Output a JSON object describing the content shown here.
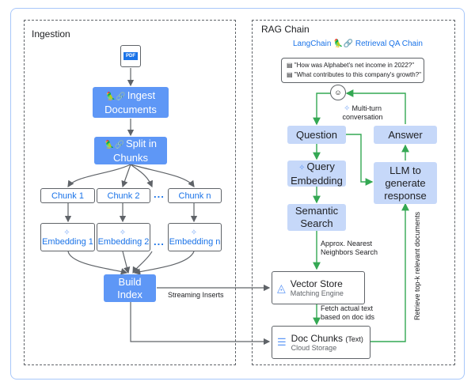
{
  "ingestion": {
    "title": "Ingestion",
    "pdf_label": "PDF",
    "ingest": "Ingest Documents",
    "split": "Split in Chunks",
    "chunks": [
      "Chunk 1",
      "Chunk 2",
      "Chunk n"
    ],
    "embeddings": [
      "Embedding 1",
      "Embedding 2",
      "Embedding n"
    ],
    "ellipsis": "...",
    "build": "Build Index",
    "streaming": "Streaming Inserts"
  },
  "rag": {
    "title": "RAG Chain",
    "subtitle_left": "LangChain",
    "subtitle_right": "Retrieval QA Chain",
    "q1": "\"How was Alphabet's net income in 2022?\"",
    "q2": "\"What contributes to this company's growth?\"",
    "multi_turn": "Multi-turn conversation",
    "question": "Question",
    "answer": "Answer",
    "query_embedding": "Query Embedding",
    "semantic_search": "Semantic Search",
    "llm": "LLM to generate response",
    "ann": "Approx. Nearest Neighbors Search",
    "vector_store": "Vector Store",
    "matching_engine": "Matching Engine",
    "fetch": "Fetch actual text based on doc ids",
    "doc_chunks": "Doc Chunks",
    "doc_chunks_suffix": "(Text)",
    "cloud_storage": "Cloud Storage",
    "retrieve": "Retrieve top-k relevant documents"
  },
  "colors": {
    "accent": "#5e97f6",
    "light": "#c6d8f9",
    "link": "#1a73e8",
    "arrow_green": "#34a853",
    "line_gray": "#5f6368"
  },
  "icons": [
    "pdf-icon",
    "langchain-parrot-icon",
    "link-icon",
    "chat-icon",
    "user-face-icon",
    "sparkle-icon",
    "vertex-ai-icon",
    "storage-icon"
  ]
}
